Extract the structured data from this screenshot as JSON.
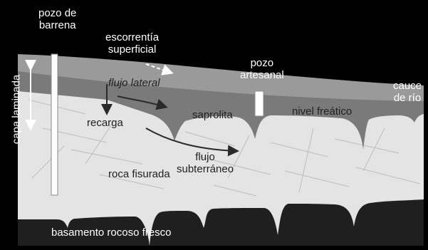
{
  "labels": {
    "pozo_barrena": [
      "pozo de",
      "barrena"
    ],
    "escorrentia": [
      "escorrentía",
      "superficial"
    ],
    "pozo_artesanal": [
      "pozo",
      "artesanal"
    ],
    "cauce_rio": [
      "cauce",
      "de río"
    ],
    "capa_laminada": "capa laminada",
    "flujo_lateral": "flujo lateral",
    "recarga": "recarga",
    "saprolita": "saprolita",
    "nivel_freatico": "nivel freático",
    "flujo_subterraneo": [
      "flujo",
      "subterráneo"
    ],
    "roca_fisurada": "roca fisurada",
    "basamento": "basamento rocoso fresco"
  },
  "colors": {
    "background": "#000000",
    "laminated_layer": "#9a9a9a",
    "saprolite": "#7a7a7a",
    "fissured_rock": "#e4e4e4",
    "basement": "#1f1f1f",
    "well": "#ffffff",
    "arrows": "#2a2a2a"
  }
}
